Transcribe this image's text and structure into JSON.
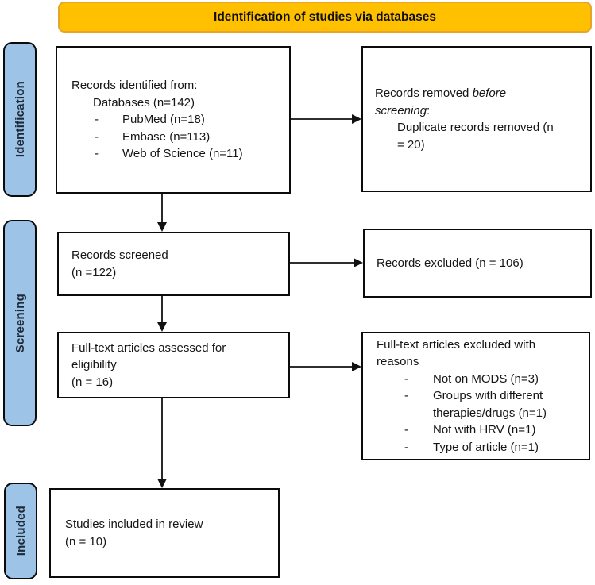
{
  "header": {
    "title": "Identification of studies via databases"
  },
  "colors": {
    "banner_fill": "#FFC000",
    "stage_fill": "#9DC3E6",
    "box_border": "#0b0b0b",
    "arrow": "#111111"
  },
  "stages": {
    "identification": "Identification",
    "screening": "Screening",
    "included": "Included"
  },
  "boxes": {
    "identified": {
      "title": "Records identified from:",
      "subtitle": "Databases (n=142)",
      "bullet": "-",
      "items": [
        "PubMed (n=18)",
        "Embase (n=113)",
        "Web of Science (n=11)"
      ]
    },
    "removed": {
      "line1_regular": "Records removed ",
      "line1_italic": "before",
      "line2_italic": "screening",
      "line2_regular": ":",
      "detail_line1": "Duplicate records removed (n",
      "detail_line2": "= 20)"
    },
    "screened": {
      "line1": "Records screened",
      "line2": "(n =122)"
    },
    "excluded": {
      "line1": "Records excluded (n = 106)"
    },
    "assessed": {
      "line1": "Full-text articles assessed for",
      "line2": "eligibility",
      "line3": "(n = 16)"
    },
    "assessed_excluded": {
      "line1": "Full-text articles excluded with",
      "line2": "reasons",
      "bullet": "-",
      "items": [
        {
          "lines": [
            "Not on MODS (n=3)"
          ]
        },
        {
          "lines": [
            "Groups with different",
            "therapies/drugs (n=1)"
          ]
        },
        {
          "lines": [
            "Not with HRV (n=1)"
          ]
        },
        {
          "lines": [
            "Type of article (n=1)"
          ]
        }
      ]
    },
    "included": {
      "line1": "Studies included in review",
      "line2": "(n = 10)"
    }
  }
}
